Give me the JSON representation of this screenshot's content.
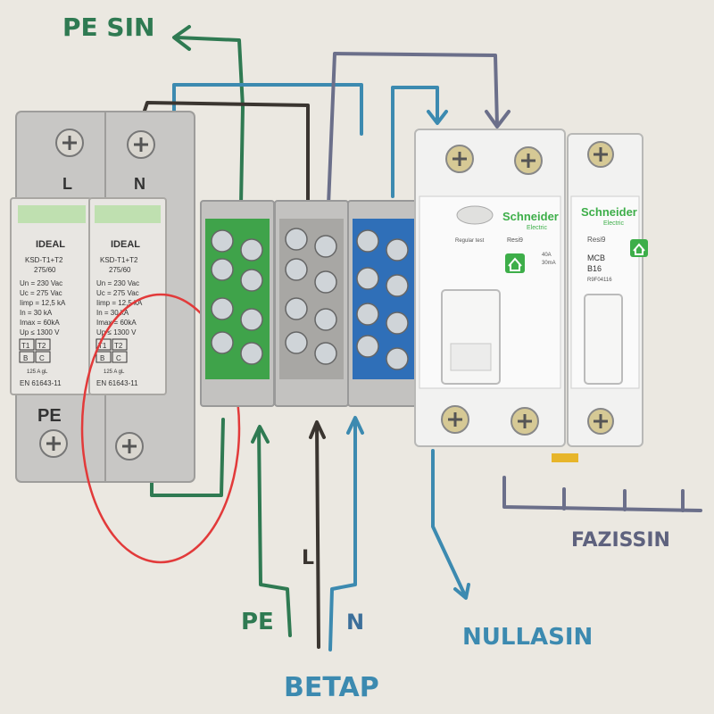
{
  "handwritten": {
    "pe_sin": "PE SIN",
    "pe": "PE",
    "l": "L",
    "n": "N",
    "betap": "BETAP",
    "nullasin": "NULLASIN",
    "fazissin": "FAZISSIN"
  },
  "spd": {
    "l_label": "L",
    "n_label": "N",
    "pe_label": "PE",
    "brand": "IDEAL",
    "model": "KSD-T1+T2",
    "rating": "275/60",
    "specs": [
      "Un = 230 Vac",
      "Uc = 275 Vac",
      "Iimp = 12,5 kA",
      "In = 30 kA",
      "Imax = 60kA",
      "Up ≤ 1300 V"
    ],
    "t1": "T1",
    "t2": "T2",
    "b": "B",
    "c": "C",
    "fuse": "125 A gL",
    "standard": "EN 61643-11"
  },
  "rcd": {
    "brand": "Schneider",
    "brand_sub": "Electric",
    "test": "Regular test",
    "series": "Resi9",
    "specs": [
      "40A",
      "30mA"
    ]
  },
  "mcb": {
    "brand": "Schneider",
    "brand_sub": "Electric",
    "series": "Resi9",
    "type": "MCB",
    "rating": "B16",
    "code": "R9F04116"
  },
  "colors": {
    "green_wire": "#2f7a52",
    "blue_wire": "#3c8ab0",
    "grey_wire": "#6b6f8a",
    "dark_wire": "#3a3530",
    "annotation_circle": "#e23a3a",
    "green_block": "#3fa34a",
    "blue_block": "#2f6fb8",
    "schneider_green": "#3dae49"
  }
}
